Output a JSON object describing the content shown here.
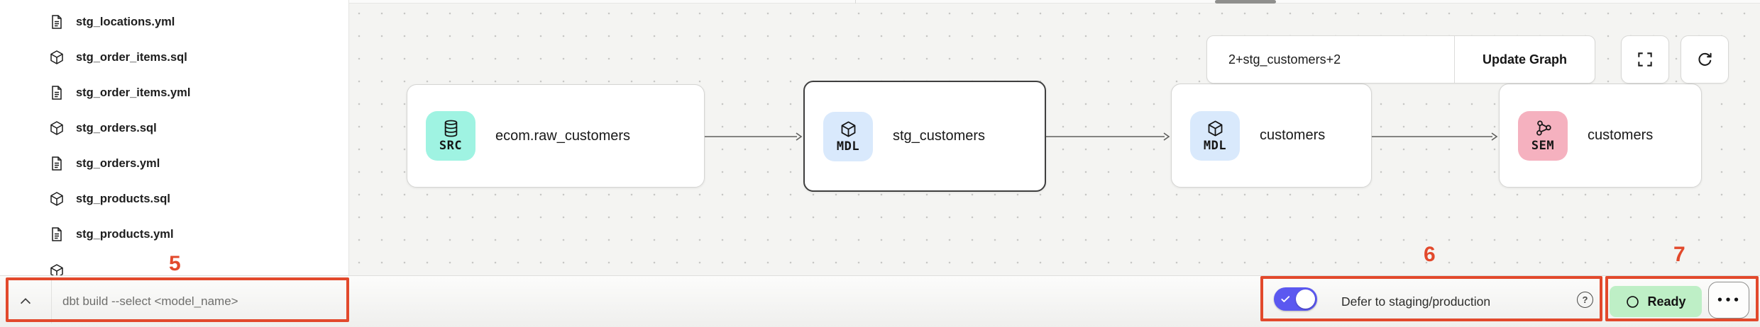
{
  "sidebar": {
    "files": [
      {
        "label": "stg_locations.yml",
        "icon": "document-icon"
      },
      {
        "label": "stg_order_items.sql",
        "icon": "cube-icon"
      },
      {
        "label": "stg_order_items.yml",
        "icon": "document-icon"
      },
      {
        "label": "stg_orders.sql",
        "icon": "cube-icon"
      },
      {
        "label": "stg_orders.yml",
        "icon": "document-icon"
      },
      {
        "label": "stg_products.sql",
        "icon": "cube-icon"
      },
      {
        "label": "stg_products.yml",
        "icon": "document-icon"
      }
    ]
  },
  "lineage": {
    "selector_value": "2+stg_customers+2",
    "update_graph_label": "Update Graph",
    "nodes": [
      {
        "badge": "SRC",
        "label": "ecom.raw_customers",
        "type": "source",
        "selected": false
      },
      {
        "badge": "MDL",
        "label": "stg_customers",
        "type": "model",
        "selected": true
      },
      {
        "badge": "MDL",
        "label": "customers",
        "type": "model",
        "selected": false
      },
      {
        "badge": "SEM",
        "label": "customers",
        "type": "semantic-model",
        "selected": false
      }
    ]
  },
  "command_bar": {
    "placeholder": "dbt build --select <model_name>"
  },
  "defer_toggle": {
    "label": "Defer to staging/production",
    "state": "on",
    "help_glyph": "?"
  },
  "status": {
    "ready_label": "Ready",
    "ellipsis_glyph": "•••"
  },
  "annotations": {
    "box5": "5",
    "box6": "6",
    "box7": "7"
  },
  "colors": {
    "annotation_red": "#E2492C",
    "toggle_purple": "#5B58F0",
    "ready_green": "#BEEFC6",
    "source_badge": "#9FF3E2",
    "model_badge": "#D9E9FC",
    "semantic_badge": "#F5B1BF",
    "canvas_bg": "#F4F4F2",
    "selected_node_border": "#3F3F3F"
  }
}
